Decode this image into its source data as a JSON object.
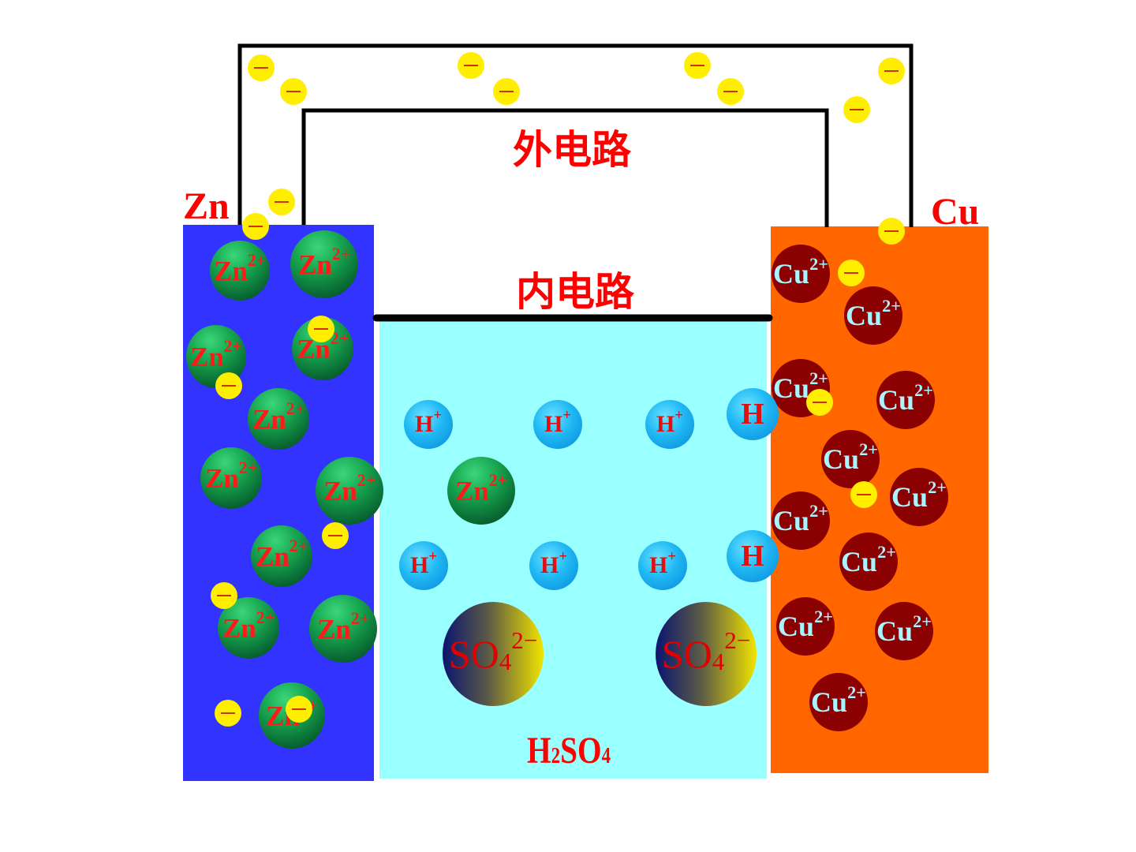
{
  "labels": {
    "external_circuit": "外电路",
    "internal_circuit": "内电路",
    "zinc_electrode": "Zn",
    "copper_electrode": "Cu",
    "electrolyte": {
      "base": "H",
      "sub1": "2",
      "mid": "SO",
      "sub2": "4"
    }
  },
  "ions": {
    "zn2": {
      "base": "Zn",
      "charge": "2+"
    },
    "cu2": {
      "base": "Cu",
      "charge": "2+"
    },
    "h_plus": {
      "base": "H",
      "charge": "+"
    },
    "h_atom": {
      "base": "H"
    },
    "sulfate": {
      "base": "SO",
      "sub": "4",
      "charge": "2−"
    }
  },
  "colors": {
    "zinc_plate": "#3333ff",
    "copper_plate": "#ff6600",
    "electrolyte": "#99ffff",
    "wire": "#000000",
    "label": "#ff0000",
    "electron": "#ffee00"
  }
}
